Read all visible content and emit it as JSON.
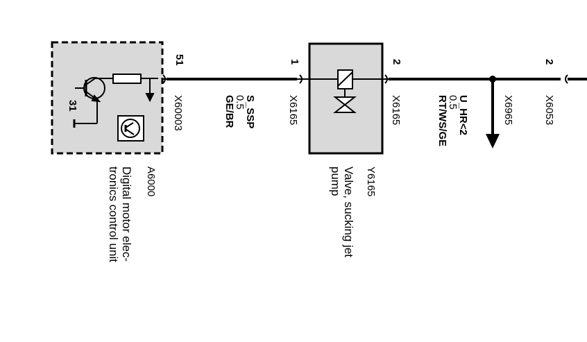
{
  "colors": {
    "background": "#ffffff",
    "component_fill": "#d9d9d9",
    "line": "#000000"
  },
  "components": {
    "ecu": {
      "id": "A6000",
      "description_line1": "Digital motor elec-",
      "description_line2": "tronics control unit",
      "ground_label": "31",
      "icon": "transistor-symbol"
    },
    "valve": {
      "id": "Y6165",
      "description_line1": "Valve, sucking jet",
      "description_line2": "pump",
      "icon": "solenoid-valve-symbol"
    }
  },
  "connectors": [
    {
      "id": "X60003",
      "pin": "51"
    },
    {
      "id": "X6165",
      "pin": "1"
    },
    {
      "id": "X6165",
      "pin": "2"
    },
    {
      "id": "X6965",
      "pin": ""
    },
    {
      "id": "X6053",
      "pin": "2"
    }
  ],
  "wires": [
    {
      "signal": "S_SSP",
      "gauge": "0.5",
      "color_code": "GE/BR"
    },
    {
      "signal": "U_HR<2",
      "gauge": "0.5",
      "color_code": "RT/WS/GE"
    }
  ]
}
